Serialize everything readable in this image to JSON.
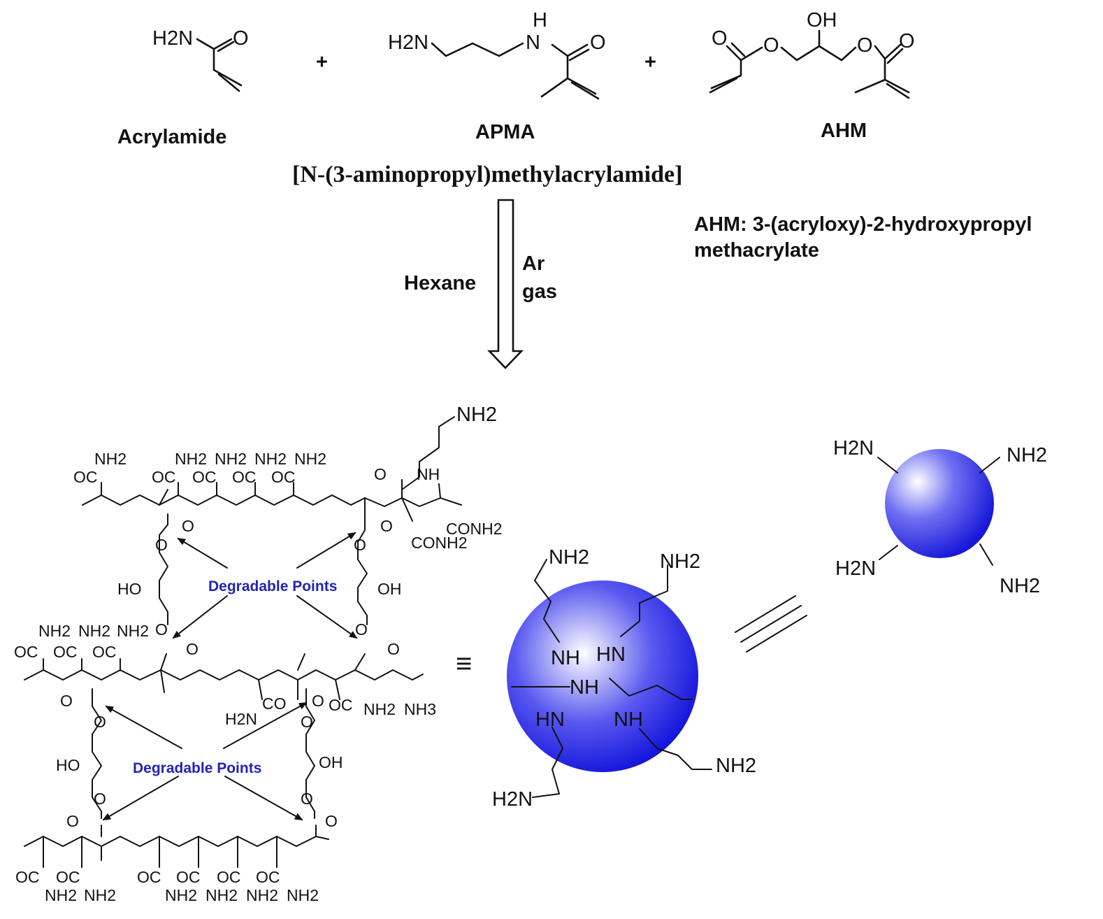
{
  "reactants": {
    "acrylamide": {
      "name": "Acrylamide",
      "amine": "H2N",
      "oxygen": "O"
    },
    "apma": {
      "name": "APMA",
      "amine": "H2N",
      "amide_n": "N",
      "amide_h": "H",
      "oxygen": "O"
    },
    "ahm": {
      "name": "AHM",
      "hydroxyl": "OH",
      "o_left": "O",
      "o_ring_left": "O",
      "o_ring_right": "O",
      "o_right": "O"
    }
  },
  "plus_signs": [
    "+",
    "+"
  ],
  "apma_fullname": "[N-(3-aminopropyl)methylacrylamide]",
  "ahm_definition": {
    "line1": "AHM: 3-(acryloxy)-2-hydroxypropyl",
    "line2": "methacrylate"
  },
  "conditions": {
    "solvent": "Hexane",
    "atmosphere_line1": "Ar",
    "atmosphere_line2": "gas"
  },
  "network": {
    "degradable_label": "Degradable Points",
    "groups": {
      "oc": "OC",
      "nh2": "NH2",
      "nh3": "NH3",
      "h2n": "H2N",
      "conh2": "CONH2",
      "co": "CO",
      "o": "O",
      "ho": "HO",
      "oh": "OH",
      "nh": "NH",
      "hn": "HN"
    }
  },
  "equivalence_symbol": "≡",
  "nanoparticle": {
    "nh2": "NH2",
    "h2n": "H2N",
    "nh": "NH",
    "hn": "HN"
  },
  "colors": {
    "sphere": "#1d1de0",
    "degradable_text": "#2323b4"
  }
}
